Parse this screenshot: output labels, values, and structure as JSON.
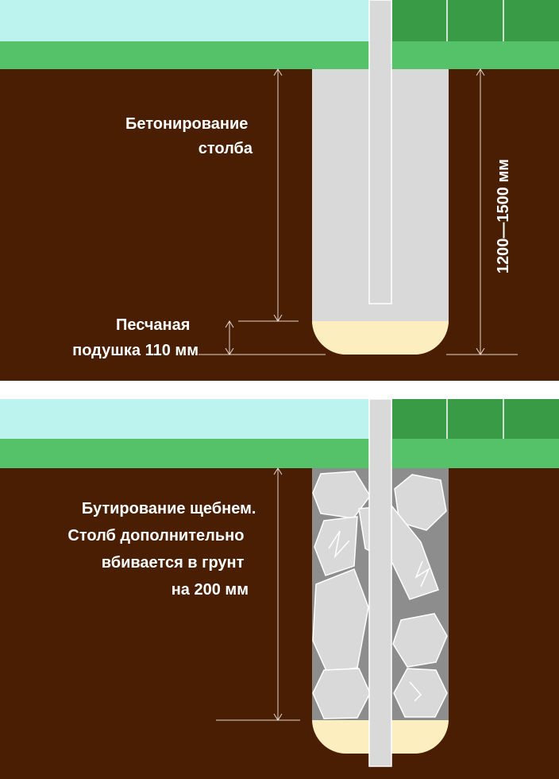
{
  "colors": {
    "sky": "#bdf3ef",
    "grass": "#55c168",
    "fence": "#3a9b47",
    "soil": "#4a1e02",
    "concrete": "#d9d9d9",
    "sand": "#fdeebf",
    "rubble_bg": "#8d8d8d",
    "stone": "#d9d9d9",
    "pole": "#d9d9d9",
    "text": "#ffffff"
  },
  "panel_top": {
    "label_concrete_line1": "Бетонирование",
    "label_concrete_line2": "столба",
    "label_sand_line1": "Песчаная",
    "label_sand_line2": "подушка 110 мм",
    "depth_label": "1200—1500 мм"
  },
  "panel_bottom": {
    "label_line1": "Бутирование щебнем.",
    "label_line2": "Столб дополнительно",
    "label_line3": "вбивается в грунт",
    "label_line4": "на 200 мм"
  }
}
